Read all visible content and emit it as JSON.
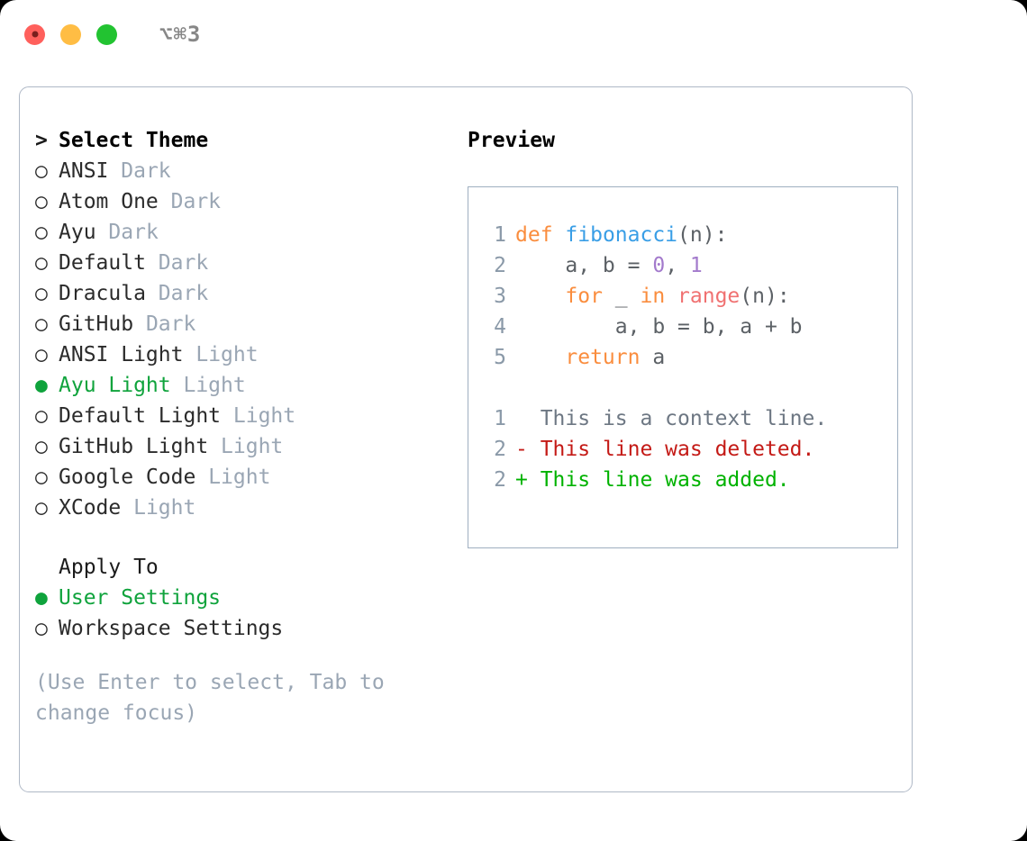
{
  "window": {
    "shortcut": "⌥⌘3",
    "traffic_lights": [
      "close-red",
      "minimize-yellow",
      "maximize-green"
    ]
  },
  "colors": {
    "accent_green": "#0FA33C",
    "muted": "#9AA6B4",
    "border": "#AFB8C6",
    "panel_border": "#9FAFC0",
    "keyword": "#FA8D3E",
    "function": "#399EE6",
    "number": "#A37ACC",
    "call": "#F07171",
    "text": "#5C6166",
    "diff_add": "#00B200",
    "diff_del": "#C41A16",
    "diff_ctx": "#6D7783"
  },
  "theme_list": {
    "heading": "Select Theme",
    "heading_marker": ">",
    "items": [
      {
        "marker": "○",
        "name": "ANSI",
        "kind": "Dark",
        "selected": false
      },
      {
        "marker": "○",
        "name": "Atom One",
        "kind": "Dark",
        "selected": false
      },
      {
        "marker": "○",
        "name": "Ayu",
        "kind": "Dark",
        "selected": false
      },
      {
        "marker": "○",
        "name": "Default",
        "kind": "Dark",
        "selected": false
      },
      {
        "marker": "○",
        "name": "Dracula",
        "kind": "Dark",
        "selected": false
      },
      {
        "marker": "○",
        "name": "GitHub",
        "kind": "Dark",
        "selected": false
      },
      {
        "marker": "○",
        "name": "ANSI Light",
        "kind": "Light",
        "selected": false
      },
      {
        "marker": "●",
        "name": "Ayu Light",
        "kind": "Light",
        "selected": true
      },
      {
        "marker": "○",
        "name": "Default Light",
        "kind": "Light",
        "selected": false
      },
      {
        "marker": "○",
        "name": "GitHub Light",
        "kind": "Light",
        "selected": false
      },
      {
        "marker": "○",
        "name": "Google Code",
        "kind": "Light",
        "selected": false
      },
      {
        "marker": "○",
        "name": "XCode",
        "kind": "Light",
        "selected": false
      }
    ]
  },
  "apply_to": {
    "heading": "Apply To",
    "items": [
      {
        "marker": "●",
        "label": "User Settings",
        "selected": true
      },
      {
        "marker": "○",
        "label": "Workspace Settings",
        "selected": false
      }
    ]
  },
  "hint": "(Use Enter to select, Tab to change focus)",
  "preview": {
    "title": "Preview",
    "code": [
      {
        "num": "1",
        "tokens": [
          {
            "t": "def",
            "c": "kw"
          },
          {
            "t": " ",
            "c": "punct"
          },
          {
            "t": "fibonacci",
            "c": "fn"
          },
          {
            "t": "(n):",
            "c": "punct"
          }
        ]
      },
      {
        "num": "2",
        "tokens": [
          {
            "t": "    a, b = ",
            "c": "var"
          },
          {
            "t": "0",
            "c": "num"
          },
          {
            "t": ", ",
            "c": "punct"
          },
          {
            "t": "1",
            "c": "num"
          }
        ]
      },
      {
        "num": "3",
        "tokens": [
          {
            "t": "    ",
            "c": "punct"
          },
          {
            "t": "for",
            "c": "kw"
          },
          {
            "t": " _ ",
            "c": "var"
          },
          {
            "t": "in",
            "c": "kw"
          },
          {
            "t": " ",
            "c": "punct"
          },
          {
            "t": "range",
            "c": "call"
          },
          {
            "t": "(n):",
            "c": "punct"
          }
        ]
      },
      {
        "num": "4",
        "tokens": [
          {
            "t": "        a, b = b, a + b",
            "c": "var"
          }
        ]
      },
      {
        "num": "5",
        "tokens": [
          {
            "t": "    ",
            "c": "punct"
          },
          {
            "t": "return",
            "c": "kw"
          },
          {
            "t": " a",
            "c": "var"
          }
        ]
      }
    ],
    "diff": [
      {
        "num": "1",
        "sign": " ",
        "text": "This is a context line.",
        "kind": "ctx"
      },
      {
        "num": "2",
        "sign": "-",
        "text": "This line was deleted.",
        "kind": "del"
      },
      {
        "num": "2",
        "sign": "+",
        "text": "This line was added.",
        "kind": "add"
      }
    ]
  }
}
